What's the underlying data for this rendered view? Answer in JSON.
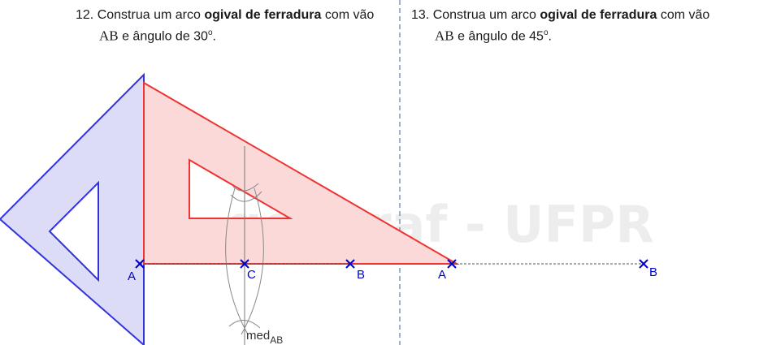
{
  "exercises": [
    {
      "number": "12.",
      "text_before": "Construa um arco",
      "bold_text": "ogival de ferradura",
      "text_after": "com vão",
      "segment": "AB",
      "angle_text": "e ângulo de 30",
      "degree_symbol": "o",
      "end": "."
    },
    {
      "number": "13.",
      "text_before": "Construa um arco",
      "bold_text": "ogival de ferradura",
      "text_after": "com vão",
      "segment": "AB",
      "angle_text": "e ângulo de 45",
      "degree_symbol": "o",
      "end": "."
    }
  ],
  "watermark": "geegraf - UFPR",
  "points": {
    "left": {
      "A": "A",
      "C": "C",
      "B": "B"
    },
    "right": {
      "A": "A",
      "B": "B"
    }
  },
  "mediatrix_label": {
    "main": "med",
    "sub": "AB"
  },
  "colors": {
    "square_stroke": "#3333dd",
    "square_fill": "#dcdcf7",
    "triangle_stroke": "#ee3333",
    "triangle_fill": "#fbd9d9",
    "point_color": "#0000cc",
    "arc_color": "#888888",
    "divider_color": "#6a8ab8"
  }
}
